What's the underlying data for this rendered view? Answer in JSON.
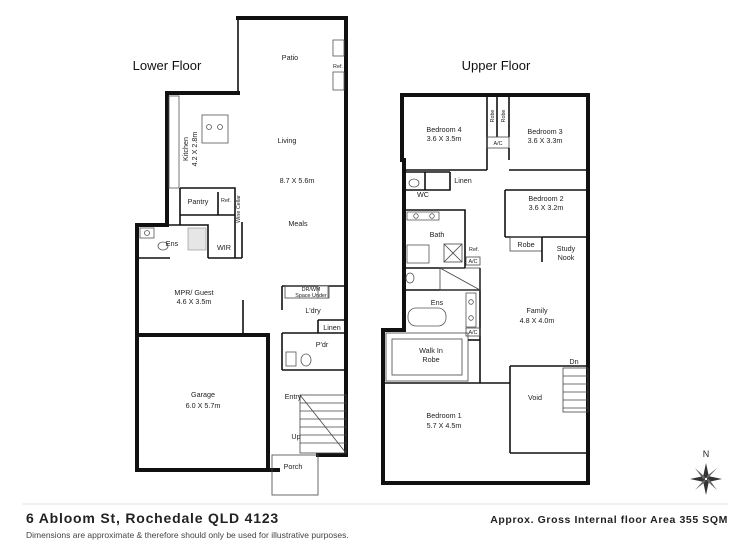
{
  "titles": {
    "lower_floor": "Lower Floor",
    "upper_floor": "Upper Floor"
  },
  "lower_rooms": {
    "patio": "Patio",
    "ref_patio": "Ref.",
    "kitchen": "Kitchen",
    "kitchen_size": "4.2 X 2.8m",
    "living": "Living",
    "living_size": "8.7 X 5.6m",
    "meals": "Meals",
    "pantry": "Pantry",
    "ref_kitchen": "Ref.",
    "wine_cellar": "Wine Cellar",
    "ens": "Ens",
    "wir": "WIR",
    "mpr": "MPR/ Guest",
    "mpr_size": "4.6 X 3.5m",
    "drwm_1": "DR/WM",
    "drwm_2": "Space Under",
    "ldry": "L'dry",
    "linen": "Linen",
    "pdr": "P'dr",
    "garage": "Garage",
    "garage_size": "6.0 X 5.7m",
    "entry": "Entry",
    "up": "Up",
    "porch": "Porch"
  },
  "upper_rooms": {
    "bedroom4": "Bedroom 4",
    "bedroom4_size": "3.6 X 3.5m",
    "robe_a": "Robe",
    "robe_b": "Robe",
    "ac_top": "A/C",
    "bedroom3": "Bedroom 3",
    "bedroom3_size": "3.6 X 3.3m",
    "wc": "WC",
    "linen": "Linen",
    "bedroom2": "Bedroom 2",
    "bedroom2_size": "3.6 X 3.2m",
    "bath": "Bath",
    "ref": "Ref.",
    "ac_mid": "A/C",
    "robe_c": "Robe",
    "study_nook_1": "Study",
    "study_nook_2": "Nook",
    "ens": "Ens",
    "ac_low": "A/C",
    "family": "Family",
    "family_size": "4.8 X 4.0m",
    "walk_in_robe_1": "Walk In",
    "walk_in_robe_2": "Robe",
    "dn": "Dn",
    "void": "Void",
    "bedroom1": "Bedroom 1",
    "bedroom1_size": "5.7 X 4.5m"
  },
  "compass": {
    "north": "N"
  },
  "footer": {
    "address": "6 Abloom St, Rochedale QLD 4123",
    "area": "Approx. Gross Internal floor Area 355 SQM",
    "disclaimer": "Dimensions are approximate & therefore should only be used for illustrative purposes."
  }
}
